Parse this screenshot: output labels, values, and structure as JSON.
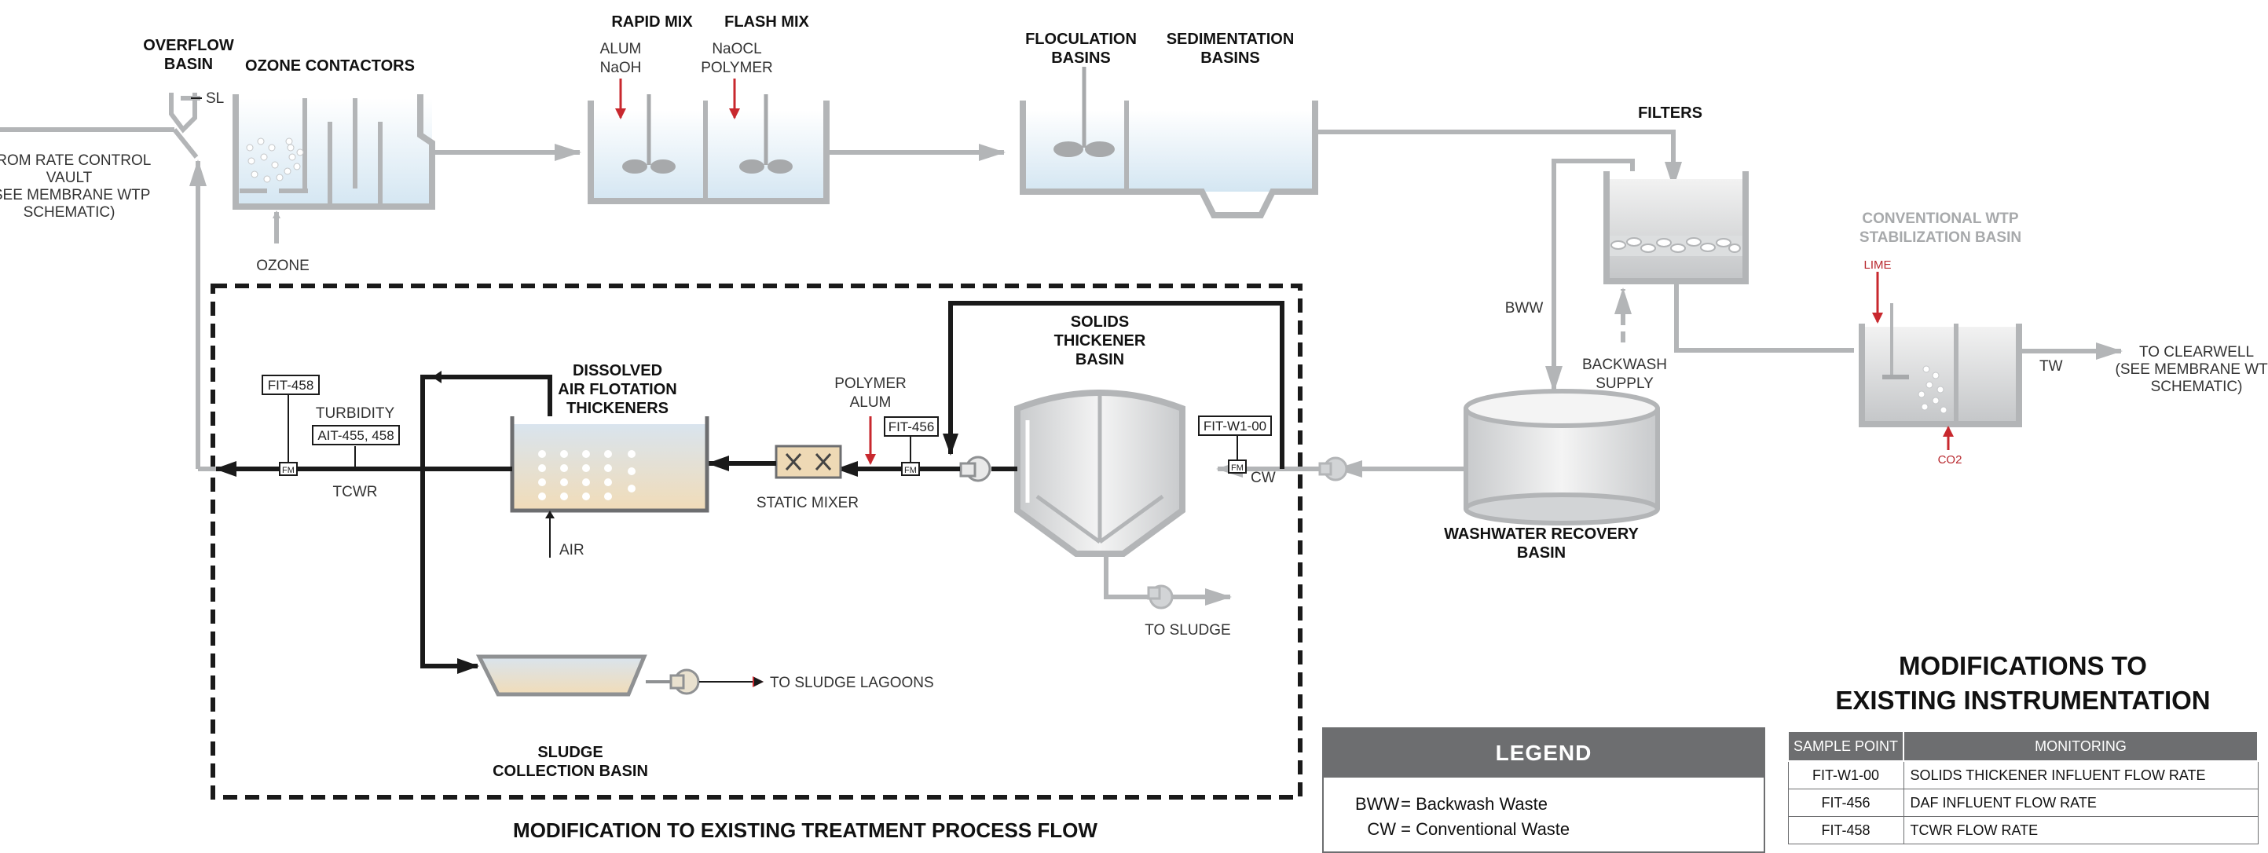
{
  "main_units": {
    "overflow_basin": "OVERFLOW\nBASIN",
    "ozone_contactors": "OZONE CONTACTORS",
    "rapid_mix": "RAPID MIX",
    "flash_mix": "FLASH MIX",
    "flocculation_basins": "FLOCULATION\nBASINS",
    "sedimentation_basins": "SEDIMENTATION\nBASINS",
    "filters": "FILTERS",
    "stabilization_basin": "CONVENTIONAL WTP\nSTABILIZATION BASIN",
    "washwater_recovery_basin": "WASHWATER RECOVERY\nBASIN",
    "solids_thickener_basin": "SOLIDS\nTHICKENER\nBASIN",
    "daf_thickeners": "DISSOLVED\nAIR FLOTATION\nTHICKENERS",
    "sludge_collection_basin": "SLUDGE\nCOLLECTION BASIN"
  },
  "annotations": {
    "sl": "SL",
    "from_rate_control": "FROM RATE CONTROL\nVAULT\n(SEE MEMBRANE WTP\nSCHEMATIC)",
    "ozone": "OZONE",
    "alum_naoh": "ALUM\nNaOH",
    "naocl_polymer": "NaOCL\nPOLYMER",
    "bww": "BWW",
    "backwash_supply": "BACKWASH\nSUPPLY",
    "lime": "LIME",
    "co2": "CO2",
    "tw": "TW",
    "to_clearwell": "TO CLEARWELL\n(SEE MEMBRANE WTP\nSCHEMATIC)",
    "cw": "CW",
    "to_sludge": "TO SLUDGE",
    "polymer_alum": "POLYMER\nALUM",
    "static_mixer": "STATIC MIXER",
    "air": "AIR",
    "turbidity": "TURBIDITY",
    "tcwr": "TCWR",
    "to_sludge_lagoons": "TO SLUDGE LAGOONS"
  },
  "instrument_tags": {
    "fit_458": "FIT-458",
    "ait_455_458": "AIT-455, 458",
    "fit_456": "FIT-456",
    "fit_w1_00": "FIT-W1-00",
    "fm": "FM"
  },
  "modification_caption": "MODIFICATION TO EXISTING TREATMENT PROCESS FLOW",
  "legend": {
    "title": "LEGEND",
    "items": [
      {
        "abbr": "BWW",
        "text": "= Backwash Waste"
      },
      {
        "abbr": "CW",
        "text": "= Conventional Waste"
      }
    ]
  },
  "instrumentation": {
    "title": "MODIFICATIONS TO\nEXISTING INSTRUMENTATION",
    "headers": [
      "SAMPLE POINT",
      "MONITORING"
    ],
    "rows": [
      [
        "FIT-W1-00",
        "SOLIDS THICKENER INFLUENT FLOW RATE"
      ],
      [
        "FIT-456",
        "DAF INFLUENT FLOW RATE"
      ],
      [
        "FIT-458",
        "TCWR FLOW RATE"
      ]
    ]
  },
  "colors": {
    "existing_line": "#b3b5b7",
    "modified_line": "#1a1a1a",
    "chemical_feed": "#c8282e",
    "legend_header": "#6d6e70"
  }
}
